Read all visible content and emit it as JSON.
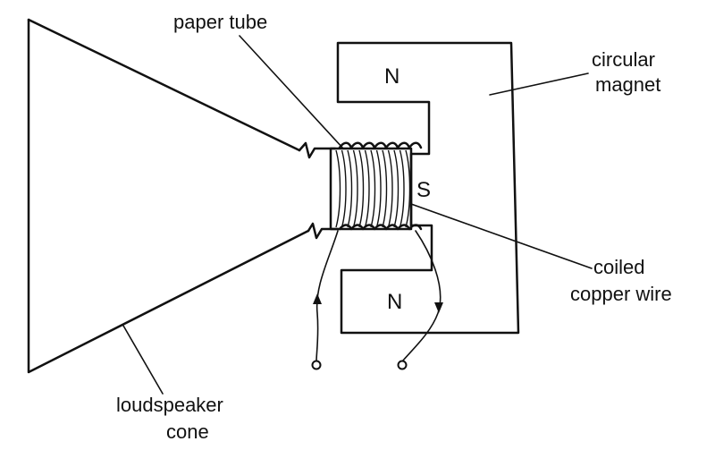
{
  "labels": {
    "paper_tube": "paper tube",
    "circular_magnet_line1": "circular",
    "circular_magnet_line2": "magnet",
    "coiled_copper_wire_line1": "coiled",
    "coiled_copper_wire_line2": "copper wire",
    "loudspeaker_cone_line1": "loudspeaker",
    "loudspeaker_cone_line2": "cone"
  },
  "poles": {
    "north_top": "N",
    "south_center": "S",
    "north_bottom": "N"
  },
  "colors": {
    "ink": "#111111",
    "background": "#ffffff"
  }
}
